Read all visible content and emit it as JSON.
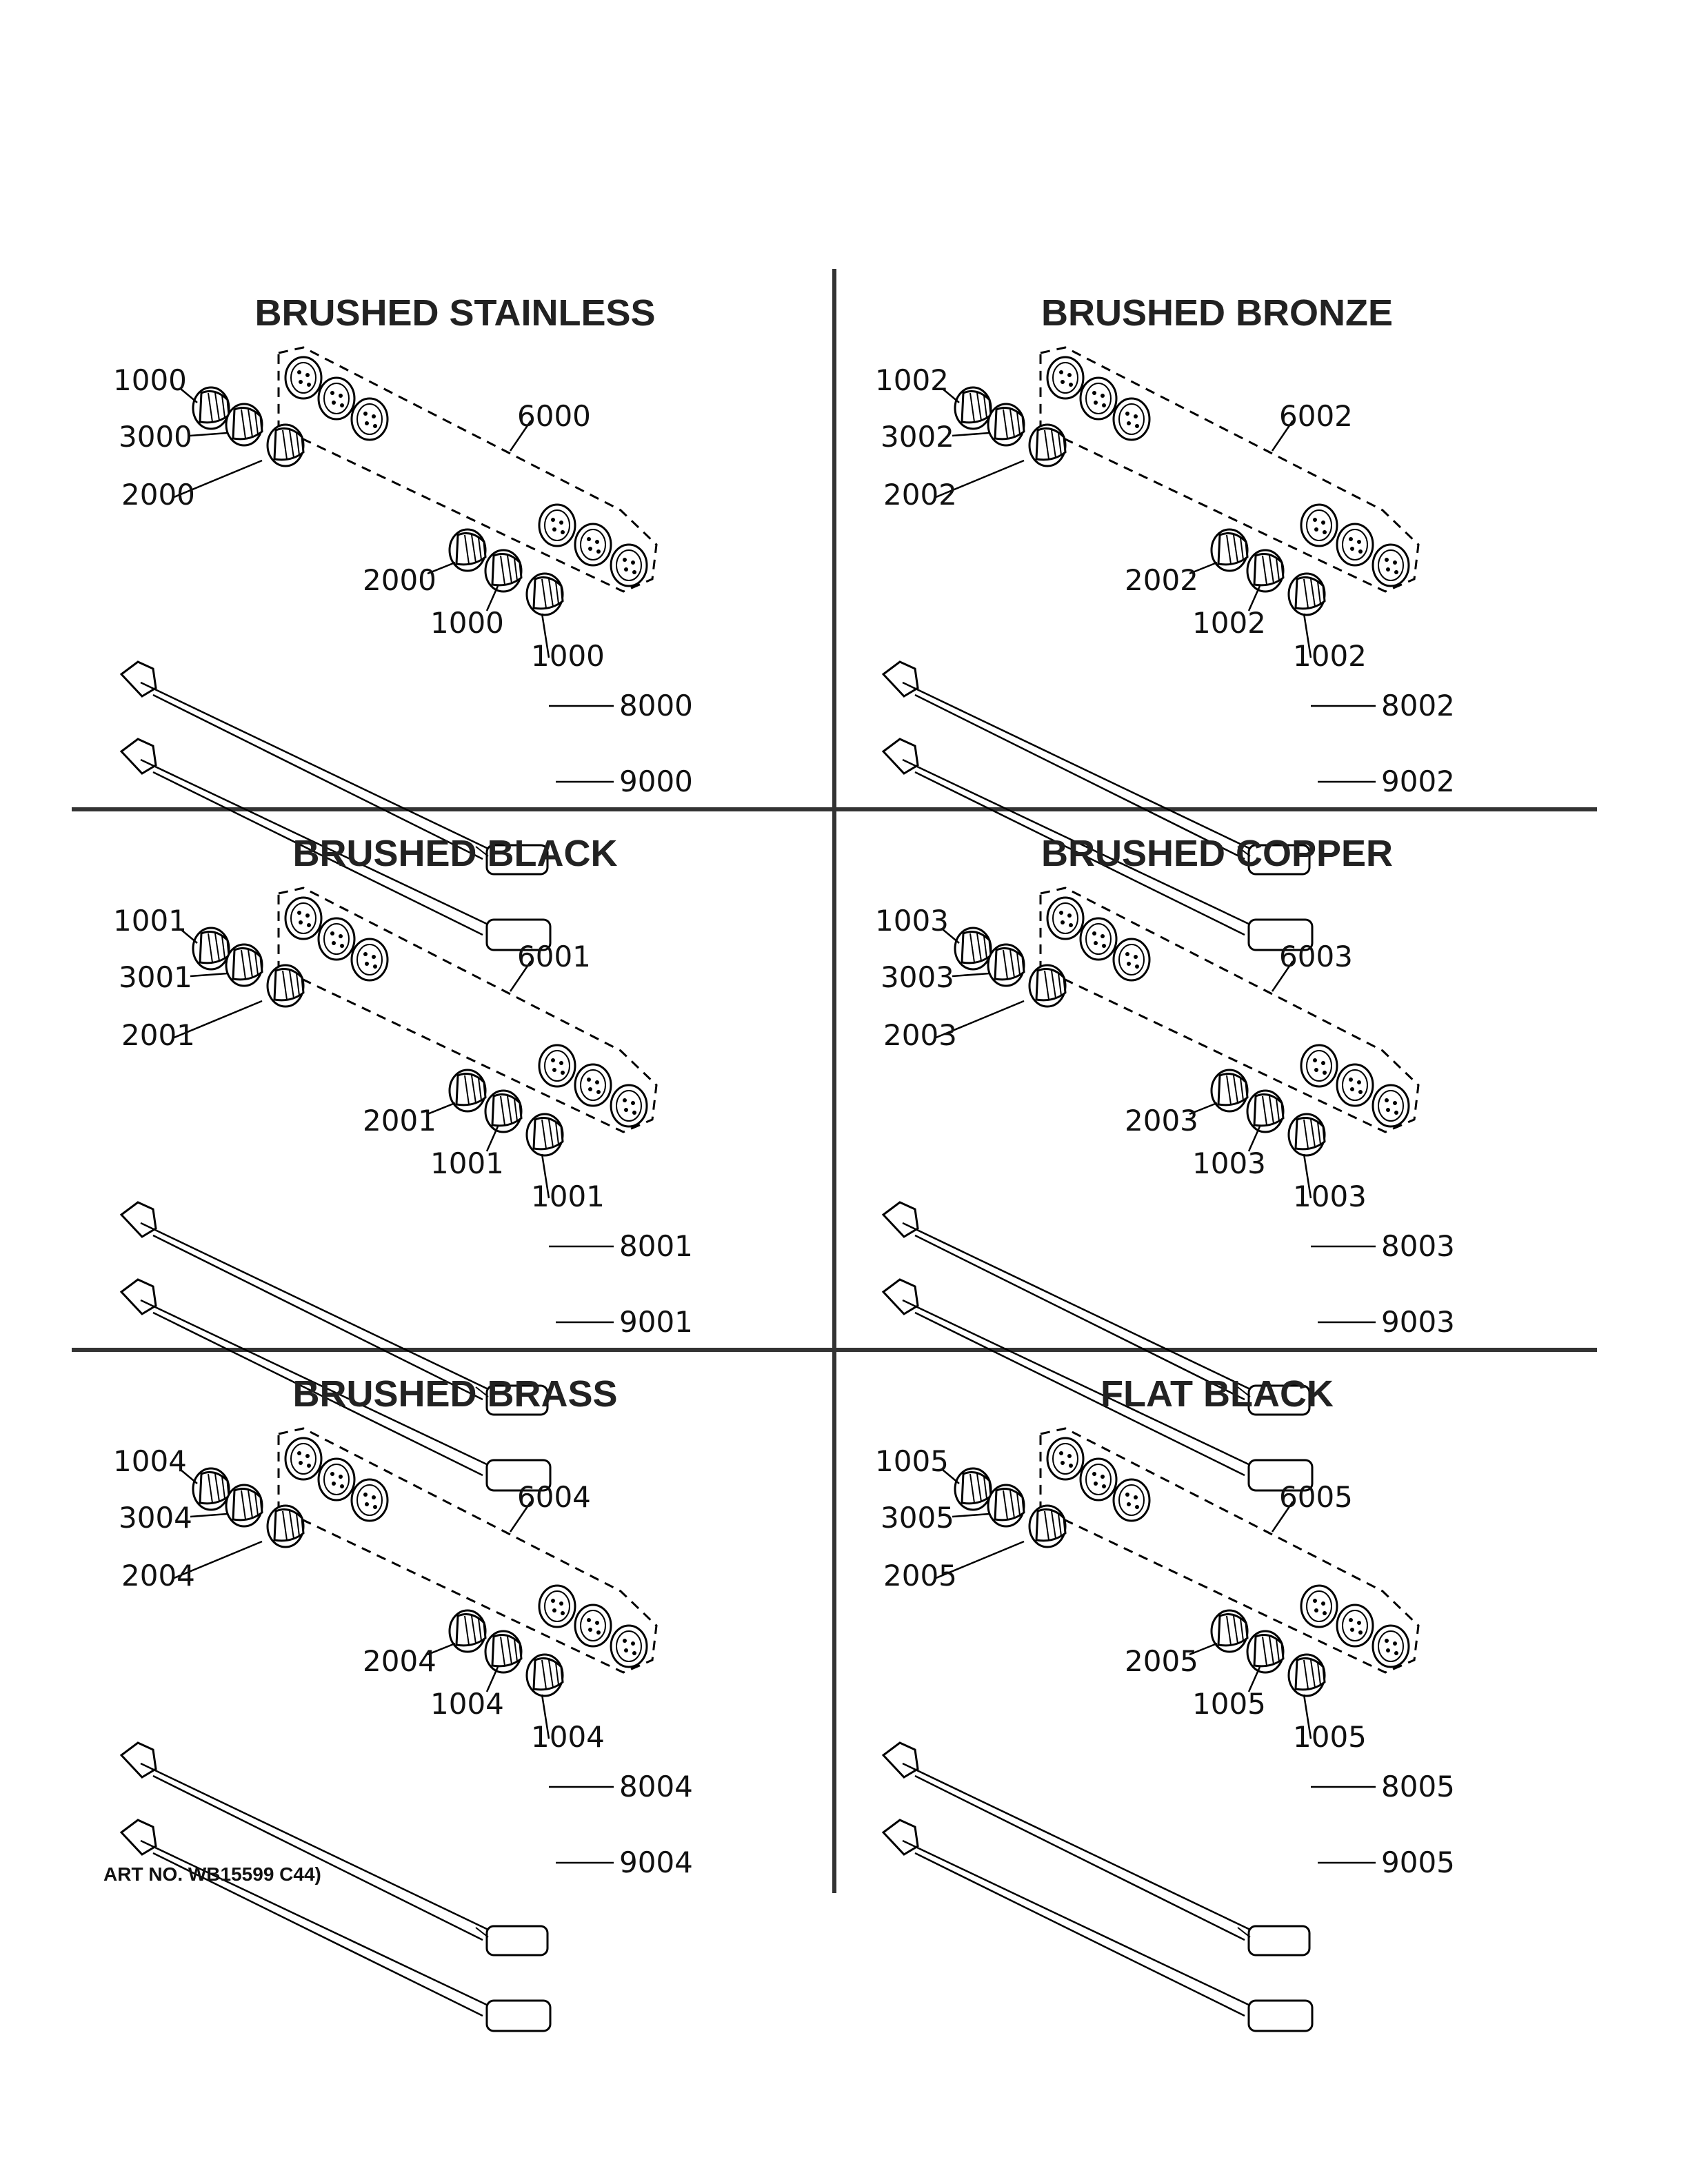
{
  "panels": [
    {
      "title": "BRUSHED STAINLESS",
      "labels": {
        "knob_a": "1000",
        "knob_b": "3000",
        "knob_c": "2000",
        "bezel_set": "6000",
        "knob_d": "2000",
        "knob_e": "1000",
        "knob_f": "1000",
        "handle_a": "8000",
        "handle_b": "9000"
      }
    },
    {
      "title": "BRUSHED BRONZE",
      "labels": {
        "knob_a": "1002",
        "knob_b": "3002",
        "knob_c": "2002",
        "bezel_set": "6002",
        "knob_d": "2002",
        "knob_e": "1002",
        "knob_f": "1002",
        "handle_a": "8002",
        "handle_b": "9002"
      }
    },
    {
      "title": "BRUSHED BLACK",
      "labels": {
        "knob_a": "1001",
        "knob_b": "3001",
        "knob_c": "2001",
        "bezel_set": "6001",
        "knob_d": "2001",
        "knob_e": "1001",
        "knob_f": "1001",
        "handle_a": "8001",
        "handle_b": "9001"
      }
    },
    {
      "title": "BRUSHED COPPER",
      "labels": {
        "knob_a": "1003",
        "knob_b": "3003",
        "knob_c": "2003",
        "bezel_set": "6003",
        "knob_d": "2003",
        "knob_e": "1003",
        "knob_f": "1003",
        "handle_a": "8003",
        "handle_b": "9003"
      }
    },
    {
      "title": "BRUSHED BRASS",
      "labels": {
        "knob_a": "1004",
        "knob_b": "3004",
        "knob_c": "2004",
        "bezel_set": "6004",
        "knob_d": "2004",
        "knob_e": "1004",
        "knob_f": "1004",
        "handle_a": "8004",
        "handle_b": "9004"
      }
    },
    {
      "title": "FLAT BLACK",
      "labels": {
        "knob_a": "1005",
        "knob_b": "3005",
        "knob_c": "2005",
        "bezel_set": "6005",
        "knob_d": "2005",
        "knob_e": "1005",
        "knob_f": "1005",
        "handle_a": "8005",
        "handle_b": "9005"
      }
    }
  ],
  "art_number": "ART NO. WB15599 C44)"
}
